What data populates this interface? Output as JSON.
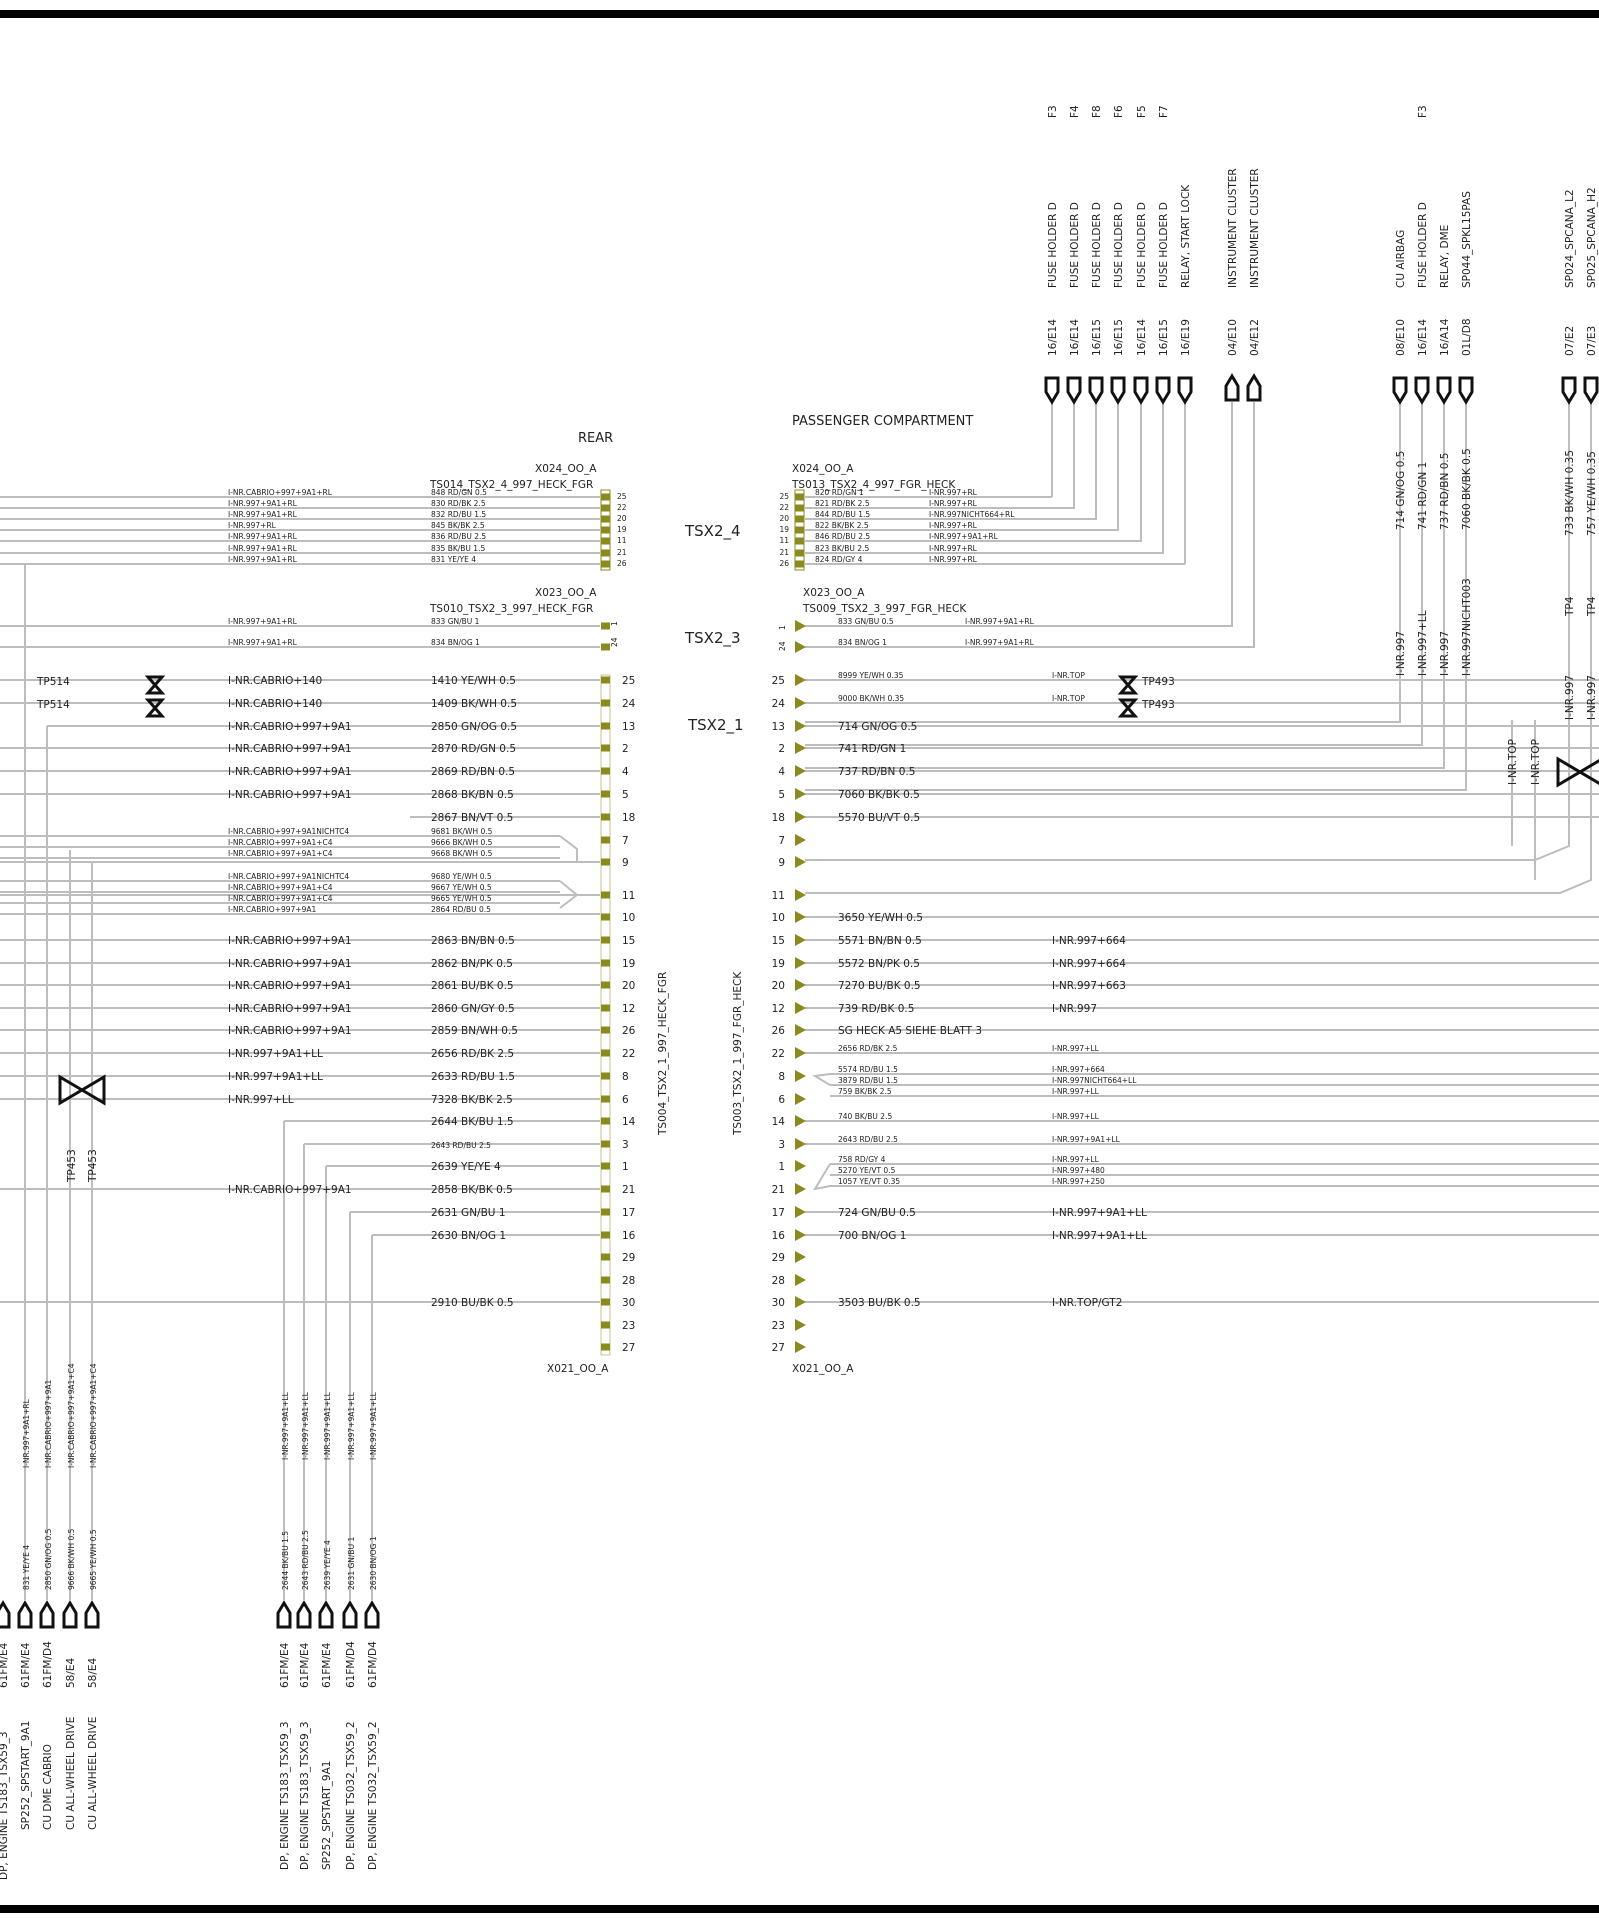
{
  "labels": {
    "rear": "REAR",
    "passenger": "PASSENGER COMPARTMENT",
    "tsx2_4": "TSX2_4",
    "tsx2_3": "TSX2_3",
    "tsx2_1": "TSX2_1",
    "rear_x024": "X024_OO_A",
    "rear_ts014": "TS014_TSX2_4_997_HECK_FGR",
    "rear_x023": "X023_OO_A",
    "rear_ts010": "TS010_TSX2_3_997_HECK_FGR",
    "rear_x021": "X021_OO_A",
    "rear_ts004": "TS004_TSX2_1_997_HECK_FGR",
    "pass_x024": "X024_OO_A",
    "pass_ts013": "TS013_TSX2_4_997_FGR_HECK",
    "pass_x023": "X023_OO_A",
    "pass_ts009": "TS009_TSX2_3_997_FGR_HECK",
    "pass_x021": "X021_OO_A",
    "pass_ts003": "TS003_TSX2_1_997_FGR_HECK",
    "tp514a": "TP514",
    "tp514b": "TP514",
    "tp493a": "TP493",
    "tp493b": "TP493",
    "tp453a": "TP453",
    "tp453b": "TP453"
  },
  "top_refs": [
    {
      "fuse": "F3",
      "comp": "FUSE HOLDER D",
      "ref": "16/E14"
    },
    {
      "fuse": "F4",
      "comp": "FUSE HOLDER D",
      "ref": "16/E14"
    },
    {
      "fuse": "F8",
      "comp": "FUSE HOLDER D",
      "ref": "16/E15"
    },
    {
      "fuse": "F6",
      "comp": "FUSE HOLDER D",
      "ref": "16/E15"
    },
    {
      "fuse": "F5",
      "comp": "FUSE HOLDER D",
      "ref": "16/E14"
    },
    {
      "fuse": "F7",
      "comp": "FUSE HOLDER D",
      "ref": "16/E15"
    },
    {
      "fuse": "",
      "comp": "RELAY,   START LOCK",
      "ref": "16/E19"
    },
    {
      "fuse": "",
      "comp": "INSTRUMENT CLUSTER",
      "ref": "04/E10"
    },
    {
      "fuse": "",
      "comp": "INSTRUMENT CLUSTER",
      "ref": "04/E12"
    },
    {
      "fuse": "",
      "comp": "CU AIRBAG",
      "ref": "08/E10"
    },
    {
      "fuse": "F3",
      "comp": "FUSE HOLDER D",
      "ref": "16/E14"
    },
    {
      "fuse": "",
      "comp": "RELAY, DME",
      "ref": "16/A14"
    },
    {
      "fuse": "",
      "comp": "SP044_SPKL15PAS",
      "ref": "01L/D8"
    },
    {
      "fuse": "",
      "comp": "SP024_SPCANA_L2",
      "ref": "07/E2"
    },
    {
      "fuse": "",
      "comp": "SP025_SPCANA_H2",
      "ref": "07/E3"
    }
  ],
  "top_wires": [
    "714 GN/OG 0.5",
    "741 RD/GN 1",
    "737 RD/BN 0.5",
    "7060 BK/BK 0.5",
    "733 BK/WH 0.35",
    "757 YE/WH 0.35"
  ],
  "top_codes": [
    "I-NR.997",
    "I-NR.997+LL",
    "I-NR.997",
    "I-NR.997NICHT003",
    "TP4",
    "TP4",
    "I-NR.997",
    "I-NR.997",
    "I-NR.TOP",
    "I-NR.TOP"
  ],
  "tsx24_left": [
    {
      "code": "I-NR.CABRIO+997+9A1+RL",
      "wire": "848 RD/GN 0.5",
      "pin": "25"
    },
    {
      "code": "I-NR.997+9A1+RL",
      "wire": "830 RD/BK 2.5",
      "pin": "22"
    },
    {
      "code": "I-NR.997+9A1+RL",
      "wire": "832 RD/BU 1.5",
      "pin": "20"
    },
    {
      "code": "I-NR.997+RL",
      "wire": "845 BK/BK 2.5",
      "pin": "19"
    },
    {
      "code": "I-NR.997+9A1+RL",
      "wire": "836 RD/BU 2.5",
      "pin": "11"
    },
    {
      "code": "I-NR.997+9A1+RL",
      "wire": "835 BK/BU 1.5",
      "pin": "21"
    },
    {
      "code": "I-NR.997+9A1+RL",
      "wire": "831 YE/YE 4",
      "pin": "26"
    }
  ],
  "tsx24_right": [
    {
      "pin": "25",
      "wire": "820 RD/GN 1",
      "code": "I-NR.997+RL"
    },
    {
      "pin": "22",
      "wire": "821 RD/BK 2.5",
      "code": "I-NR.997+RL"
    },
    {
      "pin": "20",
      "wire": "844 RD/BU 1.5",
      "code": "I-NR.997NICHT664+RL"
    },
    {
      "pin": "19",
      "wire": "822 BK/BK 2.5",
      "code": "I-NR.997+RL"
    },
    {
      "pin": "11",
      "wire": "846 RD/BU 2.5",
      "code": "I-NR.997+9A1+RL"
    },
    {
      "pin": "21",
      "wire": "823 BK/BU 2.5",
      "code": "I-NR.997+RL"
    },
    {
      "pin": "26",
      "wire": "824 RD/GY 4",
      "code": "I-NR.997+RL"
    }
  ],
  "tsx23_left": [
    {
      "code": "I-NR.997+9A1+RL",
      "wire": "833 GN/BU 1",
      "pin": "1"
    },
    {
      "code": "I-NR.997+9A1+RL",
      "wire": "834 BN/OG 1",
      "pin": "24"
    }
  ],
  "tsx23_right": [
    {
      "pin": "1",
      "wire": "833 GN/BU 0.5",
      "code": "I-NR.997+9A1+RL"
    },
    {
      "pin": "24",
      "wire": "834 BN/OG 1",
      "code": "I-NR.997+9A1+RL"
    }
  ],
  "tsx21_left": [
    {
      "code": "I-NR.CABRIO+140",
      "wire": "1410 YE/WH 0.5",
      "pin": "25"
    },
    {
      "code": "I-NR.CABRIO+140",
      "wire": "1409 BK/WH 0.5",
      "pin": "24"
    },
    {
      "code": "I-NR.CABRIO+997+9A1",
      "wire": "2850 GN/OG 0.5",
      "pin": "13"
    },
    {
      "code": "I-NR.CABRIO+997+9A1",
      "wire": "2870 RD/GN 0.5",
      "pin": "2"
    },
    {
      "code": "I-NR.CABRIO+997+9A1",
      "wire": "2869 RD/BN 0.5",
      "pin": "4"
    },
    {
      "code": "I-NR.CABRIO+997+9A1",
      "wire": "2868 BK/BN 0.5",
      "pin": "5"
    },
    {
      "code": "",
      "wire": "2867 BN/VT 0.5",
      "pin": "18"
    },
    {
      "code": "",
      "wire": "",
      "pin": "7"
    },
    {
      "code": "",
      "wire": "",
      "pin": "9"
    },
    {
      "code": "",
      "wire": "",
      "pin": "11"
    },
    {
      "code": "",
      "wire": "",
      "pin": "10"
    },
    {
      "code": "I-NR.CABRIO+997+9A1",
      "wire": "2863 BN/BN 0.5",
      "pin": "15"
    },
    {
      "code": "I-NR.CABRIO+997+9A1",
      "wire": "2862 BN/PK 0.5",
      "pin": "19"
    },
    {
      "code": "I-NR.CABRIO+997+9A1",
      "wire": "2861 BU/BK 0.5",
      "pin": "20"
    },
    {
      "code": "I-NR.CABRIO+997+9A1",
      "wire": "2860 GN/GY 0.5",
      "pin": "12"
    },
    {
      "code": "I-NR.CABRIO+997+9A1",
      "wire": "2859 BN/WH 0.5",
      "pin": "26"
    },
    {
      "code": "I-NR.997+9A1+LL",
      "wire": "2656 RD/BK 2.5",
      "pin": "22"
    },
    {
      "code": "I-NR.997+9A1+LL",
      "wire": "2633 RD/BU 1.5",
      "pin": "8"
    },
    {
      "code": "I-NR.997+LL",
      "wire": "7328 BK/BK 2.5",
      "pin": "6"
    },
    {
      "code": "",
      "wire": "2644 BK/BU 1.5",
      "pin": "14"
    },
    {
      "code": "",
      "wire": "2643 RD/BU 2.5",
      "pin": "3"
    },
    {
      "code": "",
      "wire": "2639 YE/YE 4",
      "pin": "1"
    },
    {
      "code": "I-NR.CABRIO+997+9A1",
      "wire": "2858 BK/BK 0.5",
      "pin": "21"
    },
    {
      "code": "",
      "wire": "2631 GN/BU 1",
      "pin": "17"
    },
    {
      "code": "",
      "wire": "2630 BN/OG 1",
      "pin": "16"
    },
    {
      "code": "",
      "wire": "",
      "pin": "29"
    },
    {
      "code": "",
      "wire": "",
      "pin": "28"
    },
    {
      "code": "",
      "wire": "2910 BU/BK 0.5",
      "pin": "30"
    },
    {
      "code": "",
      "wire": "",
      "pin": "23"
    },
    {
      "code": "",
      "wire": "",
      "pin": "27"
    }
  ],
  "tsx21_left_small": [
    {
      "code": "I-NR.CABRIO+997+9A1NICHTC4",
      "wire": "9681 BK/WH 0.5"
    },
    {
      "code": "I-NR.CABRIO+997+9A1+C4",
      "wire": "9666 BK/WH 0.5"
    },
    {
      "code": "I-NR.CABRIO+997+9A1+C4",
      "wire": "9668 BK/WH 0.5"
    },
    {
      "code": "I-NR.CABRIO+997+9A1NICHTC4",
      "wire": "9680 YE/WH 0.5"
    },
    {
      "code": "I-NR.CABRIO+997+9A1+C4",
      "wire": "9667 YE/WH 0.5"
    },
    {
      "code": "I-NR.CABRIO+997+9A1+C4",
      "wire": "9665 YE/WH 0.5"
    },
    {
      "code": "I-NR.CABRIO+997+9A1",
      "wire": "2864 RD/BU 0.5"
    }
  ],
  "tsx21_right": [
    {
      "pin": "25",
      "wire": "8999 YE/WH 0.35",
      "code": "I-NR.TOP"
    },
    {
      "pin": "24",
      "wire": "9000 BK/WH 0.35",
      "code": "I-NR.TOP"
    },
    {
      "pin": "13",
      "wire": "714 GN/OG 0.5",
      "code": ""
    },
    {
      "pin": "2",
      "wire": "741 RD/GN 1",
      "code": ""
    },
    {
      "pin": "4",
      "wire": "737 RD/BN 0.5",
      "code": ""
    },
    {
      "pin": "5",
      "wire": "7060 BK/BK 0.5",
      "code": ""
    },
    {
      "pin": "18",
      "wire": "5570 BU/VT 0.5",
      "code": ""
    },
    {
      "pin": "7",
      "wire": "",
      "code": ""
    },
    {
      "pin": "9",
      "wire": "",
      "code": ""
    },
    {
      "pin": "11",
      "wire": "",
      "code": ""
    },
    {
      "pin": "10",
      "wire": "3650 YE/WH 0.5",
      "code": ""
    },
    {
      "pin": "15",
      "wire": "5571 BN/BN 0.5",
      "code": "I-NR.997+664"
    },
    {
      "pin": "19",
      "wire": "5572 BN/PK 0.5",
      "code": "I-NR.997+664"
    },
    {
      "pin": "20",
      "wire": "7270 BU/BK 0.5",
      "code": "I-NR.997+663"
    },
    {
      "pin": "12",
      "wire": "739 RD/BK 0.5",
      "code": "I-NR.997"
    },
    {
      "pin": "26",
      "wire": "SG HECK A5 SIEHE BLATT 3",
      "code": ""
    },
    {
      "pin": "22",
      "wire": "2656 RD/BK 2.5",
      "code": "I-NR.997+LL"
    },
    {
      "pin": "8",
      "wire": "",
      "code": ""
    },
    {
      "pin": "6",
      "wire": "",
      "code": ""
    },
    {
      "pin": "14",
      "wire": "740 BK/BU 2.5",
      "code": "I-NR.997+LL"
    },
    {
      "pin": "3",
      "wire": "2643 RD/BU 2.5",
      "code": "I-NR.997+9A1+LL"
    },
    {
      "pin": "1",
      "wire": "",
      "code": ""
    },
    {
      "pin": "21",
      "wire": "",
      "code": ""
    },
    {
      "pin": "17",
      "wire": "724 GN/BU 0.5",
      "code": "I-NR.997+9A1+LL"
    },
    {
      "pin": "16",
      "wire": "700 BN/OG 1",
      "code": "I-NR.997+9A1+LL"
    },
    {
      "pin": "29",
      "wire": "",
      "code": ""
    },
    {
      "pin": "28",
      "wire": "",
      "code": ""
    },
    {
      "pin": "30",
      "wire": "3503 BU/BK 0.5",
      "code": "I-NR.TOP/GT2"
    },
    {
      "pin": "23",
      "wire": "",
      "code": ""
    },
    {
      "pin": "27",
      "wire": "",
      "code": ""
    }
  ],
  "tsx21_right_small": [
    {
      "wire": "5574 RD/BU 1.5",
      "code": "I-NR.997+664"
    },
    {
      "wire": "3879 RD/BU 1.5",
      "code": "I-NR.997NICHT664+LL"
    },
    {
      "wire": "759 BK/BK 2.5",
      "code": "I-NR.997+LL"
    },
    {
      "wire": "758 RD/GY 4",
      "code": "I-NR.997+LL"
    },
    {
      "wire": "5270 YE/VT 0.5",
      "code": "I-NR.997+480"
    },
    {
      "wire": "1057 YE/VT 0.35",
      "code": "I-NR.997+250"
    }
  ],
  "bottom_left": [
    {
      "wire": "831 YE/YE 4",
      "code": "I-NR.997+9A1+RL",
      "ref": "61FM/E4",
      "comp": "SP252_SPSTART_9A1"
    },
    {
      "wire": "2850 GN/OG 0.5",
      "code": "I-NR.CABRIO+997+9A1",
      "ref": "61FM/D4",
      "comp": "CU DME   CABRIO"
    },
    {
      "wire": "9666 BK/WH 0.5",
      "code": "I-NR.CABRIO+997+9A1+C4",
      "ref": "58/E4",
      "comp": "CU ALL-WHEEL DRIVE"
    },
    {
      "wire": "9665 YE/WH 0.5",
      "code": "I-NR.CABRIO+997+9A1+C4",
      "ref": "58/E4",
      "comp": "CU ALL-WHEEL DRIVE"
    }
  ],
  "bottom_left_partial": [
    {
      "ref": "61FM/E4",
      "comp": "DP, ENGINE   TS183_TSX59_3"
    }
  ],
  "bottom_mid": [
    {
      "wire": "2644 BK/BU 1.5",
      "code": "I-NR.997+9A1+LL",
      "ref": "61FM/E4",
      "comp": "DP, ENGINE   TS183_TSX59_3"
    },
    {
      "wire": "2643 RD/BU 2.5",
      "code": "I-NR.997+9A1+LL",
      "ref": "61FM/E4",
      "comp": "DP, ENGINE   TS183_TSX59_3"
    },
    {
      "wire": "2639 YE/YE 4",
      "code": "I-NR.997+9A1+LL",
      "ref": "61FM/E4",
      "comp": "SP252_SPSTART_9A1"
    },
    {
      "wire": "2631 GN/BU 1",
      "code": "I-NR.997+9A1+LL",
      "ref": "61FM/D4",
      "comp": "DP, ENGINE   TS032_TSX59_2"
    },
    {
      "wire": "2630 BN/OG 1",
      "code": "I-NR.997+9A1+LL",
      "ref": "61FM/D4",
      "comp": "DP, ENGINE   TS032_TSX59_2"
    }
  ]
}
